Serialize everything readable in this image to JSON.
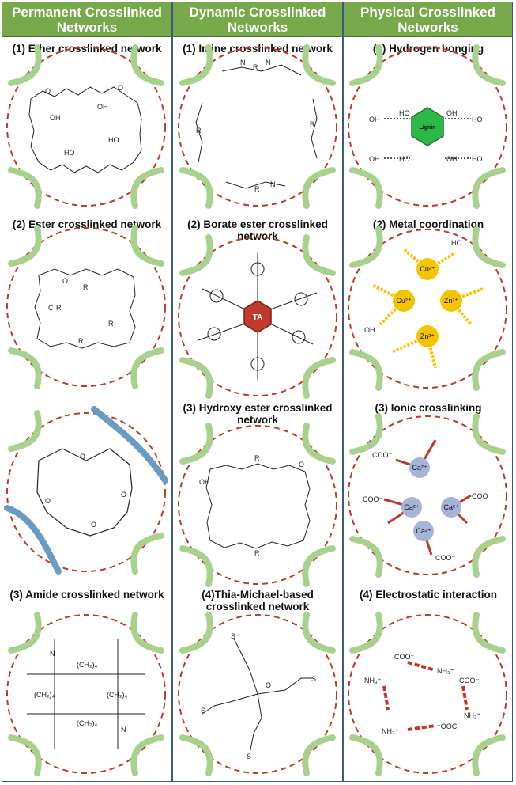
{
  "columns": [
    {
      "title": "Permanent Crosslinked Networks",
      "panels": [
        {
          "label": "(1) Ether crosslinked network"
        },
        {
          "label": "(2) Ester crosslinked network"
        },
        {
          "label": ""
        },
        {
          "label": "(3) Amide crosslinked network"
        }
      ]
    },
    {
      "title": "Dynamic Crosslinked Networks",
      "panels": [
        {
          "label": "(1) Imine crosslinked network"
        },
        {
          "label": "(2) Borate ester crosslinked network"
        },
        {
          "label": "(3) Hydroxy ester crosslinked network"
        },
        {
          "label": "(4)Thia-Michael-based crosslinked network"
        }
      ]
    },
    {
      "title": "Physical Crosslinked Networks",
      "panels": [
        {
          "label": "(1) Hydrogen bonging"
        },
        {
          "label": "(2)  Metal coordination"
        },
        {
          "label": "(3) Ionic crosslinking"
        },
        {
          "label": "(4) Electrostatic interaction"
        }
      ]
    }
  ],
  "chem_labels": {
    "oh": "OH",
    "ho": "HO",
    "lignin": "Lignin",
    "ta": "TA",
    "coo": "COO⁻",
    "ooc": "⁻OOC",
    "nh3": "NH₃⁺",
    "ch2_4": "(CH₂)₄",
    "r": "R",
    "n": "N",
    "c": "C",
    "o": "O",
    "s": "S",
    "ions": [
      "Cu²⁺",
      "Cu²⁺",
      "Zn²⁺",
      "Zn²⁺",
      "Ca²⁺",
      "Ca²⁺",
      "Ca²⁺",
      "Ca²⁺"
    ]
  },
  "colors": {
    "header_bg": "#77a84a",
    "circle_dash": "#c0392b",
    "polymer_green": "#a9d18e",
    "polymer_blue": "#6a9bc3",
    "metal_ion": "#f5c400",
    "ca_ion": "#a7b4d9",
    "lignin": "#2db84a",
    "ta": "#c0392b",
    "electrostatic": "#d0302a",
    "frame": "#3a5a8a"
  }
}
